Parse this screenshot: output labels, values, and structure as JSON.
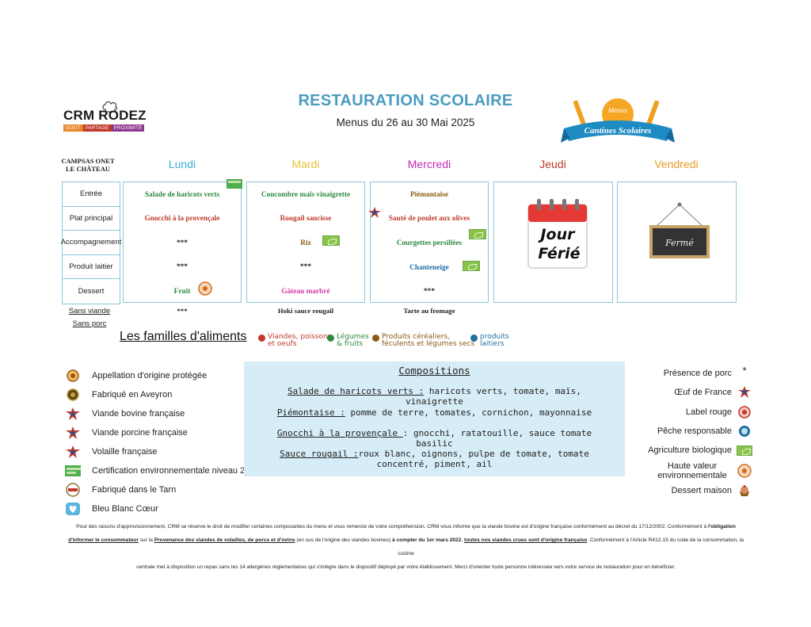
{
  "header": {
    "title": "RESTAURATION SCOLAIRE",
    "subtitle": "Menus du 26 au 30 Mai 2025"
  },
  "logo": {
    "name": "CRM RODEZ",
    "tags": [
      "GOUT",
      "PARTAGE",
      "PROXIMITÉ"
    ]
  },
  "banner": {
    "top": "Menus",
    "ribbon": "Cantines Scolaires"
  },
  "site": "CAMPSAS ONET LE CHÂTEAU",
  "days": [
    "Lundi",
    "Mardi",
    "Mercredi",
    "Jeudi",
    "Vendredi"
  ],
  "colors": {
    "lundi": "#3ab0d8",
    "mardi": "#e8c23a",
    "mercredi": "#c02ab5",
    "jeudi": "#c0392b",
    "vendredi": "#e89a2a",
    "border": "#8cc6da"
  },
  "row_labels": [
    "Entrée",
    "Plat principal",
    "Accompagnement",
    "Produit laitier",
    "Dessert"
  ],
  "side_links": [
    "Sans viande",
    "Sans porc"
  ],
  "menu": {
    "lundi": [
      "Salade de haricots verts",
      "Gnocchi à la provençale",
      "***",
      "***",
      "Fruit"
    ],
    "mardi": [
      "Concombre maïs vinaigrette",
      "Rougail saucisse",
      "Riz",
      "***",
      "Gâteau marbré"
    ],
    "mercredi": [
      "Piémontaise",
      "Sauté de poulet aux olives",
      "Courgettes persillées",
      "Chanteneige",
      "***"
    ]
  },
  "under": {
    "lundi": "***",
    "mardi": "Hoki sauce rougail",
    "mercredi": "Tarte au fromage"
  },
  "closed": {
    "jeudi_line1": "Jour",
    "jeudi_line2": "Férié",
    "vendredi": "Fermé"
  },
  "familles": {
    "title": "Les familles d'aliments",
    "items": [
      {
        "label1": "Viandes, poissons",
        "label2": "et oeufs",
        "color": "#c0392b"
      },
      {
        "label1": "Légumes",
        "label2": "& fruits",
        "color": "#2b8a3e"
      },
      {
        "label1": "Produits céréaliers,",
        "label2": "féculents et légumes secs",
        "color": "#8b5a14"
      },
      {
        "label1": "produits",
        "label2": "laitiers",
        "color": "#1f6fa3"
      }
    ]
  },
  "legend_left": [
    "Appellation d'origine protégée",
    "Fabriqué en Aveyron",
    "Viande bovine française",
    "Viande porcine française",
    "Volaille française",
    "Certification environnementale niveau 2",
    "Fabriqué dans le Tarn",
    "Bleu Blanc Cœur"
  ],
  "compositions": {
    "title": "Compositions",
    "items": [
      {
        "name": "Salade de haricots verts :",
        "desc": " haricots verts, tomate, maïs,",
        "desc2": "vinaigrette"
      },
      {
        "name": "Piémontaise :",
        "desc": " pomme de terre, tomates, cornichon, mayonnaise",
        "desc2": ""
      },
      {
        "name": "Gnocchi à la provençale ",
        "desc": ": gnocchi, ratatouille, sauce tomate",
        "desc2": "basilic"
      },
      {
        "name": "Sauce rougail :",
        "desc": "roux blanc, oignons, pulpe de tomate, tomate",
        "desc2": "concentré, piment, ail"
      }
    ]
  },
  "legend_right": [
    "Présence de porc",
    "Œuf de France",
    "Label rouge",
    "Pêche responsable",
    "Agriculture biologique",
    "Haute valeur environnementale",
    "Dessert maison"
  ],
  "footer": {
    "line1a": "Pour des raisons d'approvisionnement, CRM se réserve le droit de modifier certaines composantes du menu et vous remercie de votre compréhension. CRM vous informe que la viande bovine est d'origine française conformément au décret du 17/12/2002. Conformément à ",
    "line1b": "l'obligation",
    "line2a": "d'informer le consommateur",
    "line2b": " sur la ",
    "line2c": "Provenance des viandes de volailles, de porcs et d'ovins",
    "line2d": " (en sus de l'origine des viandes bovines) ",
    "line2e": "à compter du 1er mars 2022",
    "line2f": ", ",
    "line2g": "toutes nos viandes crues sont d'origine française",
    "line2h": ". Conformément à l'Article R412-15 du code de la consommation, la cuisine",
    "line3": "centrale met à disposition un repas sans les 14 allergènes réglementaires qui s'intègre dans le dispositif déployé par votre établissement. Merci d'orienter toute personne intéressée vers votre service de restauration pour en bénéficier."
  }
}
